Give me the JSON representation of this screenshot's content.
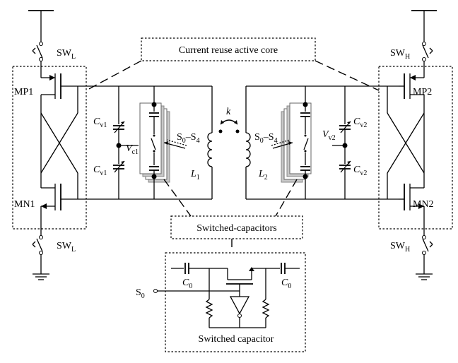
{
  "labels": {
    "sw_l_top": "SW",
    "sw_l_top_sub": "L",
    "sw_l_bot": "SW",
    "sw_l_bot_sub": "L",
    "sw_h_top": "SW",
    "sw_h_top_sub": "H",
    "sw_h_bot": "SW",
    "sw_h_bot_sub": "H",
    "mp1": "MP1",
    "mp2": "MP2",
    "mn1": "MN1",
    "mn2": "MN2",
    "core_box": "Current reuse active core",
    "switched_caps_box": "Switched-capacitors",
    "switched_cap_title": "Switched capacitor",
    "cv1_top": "C",
    "cv1_top_sub": "v1",
    "cv1_bot": "C",
    "cv1_bot_sub": "v1",
    "vc1": "V",
    "vc1_sub": "c1",
    "cv2_top": "C",
    "cv2_top_sub": "v2",
    "cv2_bot": "C",
    "cv2_bot_sub": "v2",
    "vv2": "V",
    "vv2_sub": "v2",
    "s0s4_left": "S",
    "s0s4_left_a": "0",
    "s0s4_left_dash": "–S",
    "s0s4_left_b": "4",
    "s0s4_right": "S",
    "s0s4_right_a": "0",
    "s0s4_right_dash": "–S",
    "s0s4_right_b": "4",
    "k": "k",
    "l1": "L",
    "l1_sub": "1",
    "l2": "L",
    "l2_sub": "2",
    "c0_left": "C",
    "c0_left_sub": "0",
    "c0_right": "C",
    "c0_right_sub": "0",
    "s0": "S",
    "s0_sub": "0"
  }
}
